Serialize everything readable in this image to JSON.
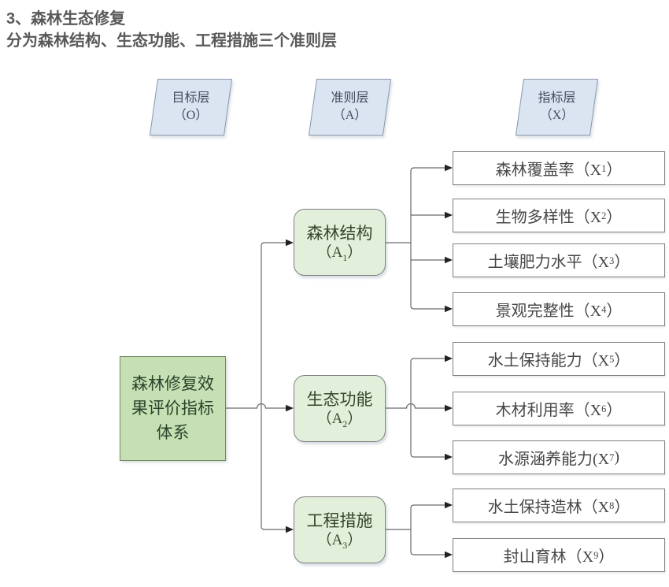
{
  "page": {
    "title": "3、森林生态修复",
    "subtitle": "分为森林结构、生态功能、工程措施三个准则层"
  },
  "layer_labels": {
    "goal": {
      "line1": "目标层",
      "line2": "（O）"
    },
    "criteria": {
      "line1": "准则层",
      "line2": "（A）"
    },
    "indicator": {
      "line1": "指标层",
      "line2": "（X）"
    }
  },
  "goal_node": {
    "lines": [
      "森林修复效",
      "果评价指标",
      "体系"
    ]
  },
  "criteria_nodes": [
    {
      "name": "森林结构",
      "prefix": "（A",
      "sub": "1",
      "suffix": "）"
    },
    {
      "name": "生态功能",
      "prefix": "（A",
      "sub": "2",
      "suffix": "）"
    },
    {
      "name": "工程措施",
      "prefix": "（A",
      "sub": "3",
      "suffix": "）"
    }
  ],
  "indicator_nodes": [
    {
      "prefix": "森林覆盖率（X",
      "sub": "1",
      "suffix": "）"
    },
    {
      "prefix": "生物多样性（X",
      "sub": "2",
      "suffix": "）"
    },
    {
      "prefix": "土壤肥力水平（X",
      "sub": "3",
      "suffix": "）"
    },
    {
      "prefix": "景观完整性（X",
      "sub": "4",
      "suffix": "）"
    },
    {
      "prefix": "水土保持能力（X",
      "sub": "5",
      "suffix": "）"
    },
    {
      "prefix": "木材利用率（X",
      "sub": "6",
      "suffix": "）"
    },
    {
      "prefix": "水源涵养能力(X",
      "sub": "7",
      "suffix": ")"
    },
    {
      "prefix": "水土保持造林（X",
      "sub": "8",
      "suffix": "）"
    },
    {
      "prefix": "封山育林（X",
      "sub": "9",
      "suffix": "）"
    }
  ],
  "colors": {
    "parallelogram_fill": "#dbe5f1",
    "goal_fill": "#c6e0b4",
    "criteria_fill": "#e2efda",
    "indicator_fill": "#ffffff",
    "border_gray": "#7f7f7f",
    "connector": "#6a6a6a",
    "title_text": "#59595b"
  }
}
